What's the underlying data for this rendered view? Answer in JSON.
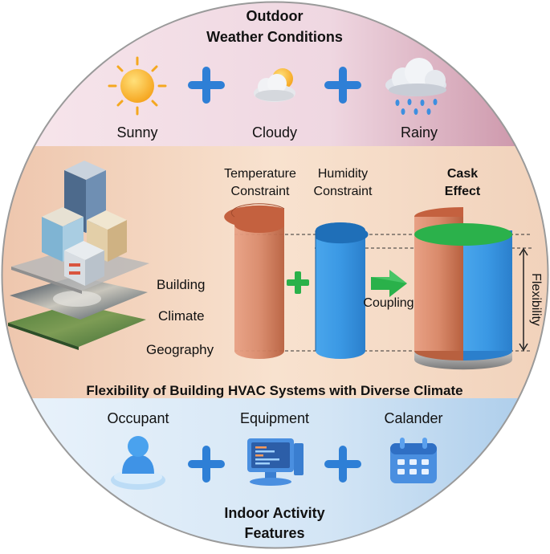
{
  "weather": {
    "title_line1": "Outdoor",
    "title_line2": "Weather Conditions",
    "sunny": "Sunny",
    "cloudy": "Cloudy",
    "rainy": "Rainy"
  },
  "middle": {
    "building": "Building",
    "climate": "Climate",
    "geography": "Geography",
    "temp_line1": "Temperature",
    "temp_line2": "Constraint",
    "hum_line1": "Humidity",
    "hum_line2": "Constraint",
    "cask_line1": "Cask",
    "cask_line2": "Effect",
    "coupling": "Coupling",
    "flexibility": "Flexibility"
  },
  "main_title": "Flexibility of Building HVAC Systems with Diverse Climate",
  "indoor": {
    "occupant": "Occupant",
    "equipment": "Equipment",
    "calander": "Calander",
    "title_line1": "Indoor Activity",
    "title_line2": "Features"
  },
  "colors": {
    "top_band": "#f0dbe4",
    "middle_band": "#f6dcc7",
    "bottom_band": "#d6e6f5",
    "temperature_cylinder": "#c8704f",
    "humidity_cylinder": "#2f8fdc",
    "cask_top": "#2bb14b",
    "plus_blue": "#2e7fd6",
    "plus_green": "#2ab14a"
  }
}
